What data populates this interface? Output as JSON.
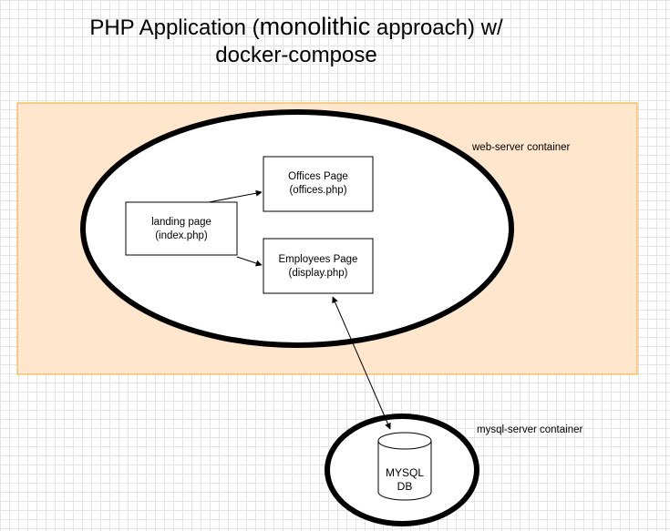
{
  "title": {
    "line1_a": "PHP Application (",
    "line1_b": "monolithic",
    "line1_c": " approach) w/",
    "line2": "docker-compose"
  },
  "containers": {
    "web": {
      "label": "web-server container",
      "fill": "#FFE6CC",
      "stroke": "#F0A830"
    },
    "mysql": {
      "label": "mysql-server container"
    }
  },
  "pages": {
    "landing": {
      "line1": "landing page",
      "line2": "(index.php)"
    },
    "offices": {
      "line1": "Offices Page",
      "line2": "(offices.php)"
    },
    "employees": {
      "line1": "Employees Page",
      "line2": "(display.php)"
    }
  },
  "database": {
    "line1": "MYSQL",
    "line2": "DB"
  }
}
